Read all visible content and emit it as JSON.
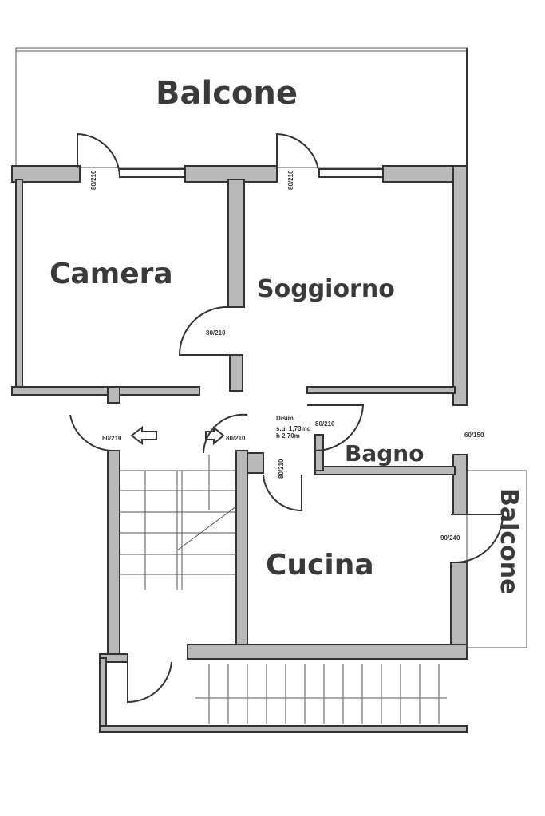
{
  "rooms": {
    "balcone_top": "Balcone",
    "camera": "Camera",
    "soggiorno": "Soggiorno",
    "bagno": "Bagno",
    "cucina": "Cucina",
    "balcone_right": "Balcone"
  },
  "disimpegno": {
    "name": "Disim.",
    "area": "s.u. 1,73mq",
    "height": "h 2,70m"
  },
  "doors": {
    "camera_balcone": "80/210",
    "soggiorno_balcone": "80/210",
    "soggiorno": "80/210",
    "entrance_left": "80/210",
    "entrance_right": "80/210",
    "bagno": "80/210",
    "cucina": "80/210",
    "cucina_balcone": "90/240",
    "bagno_window": "60/150"
  }
}
